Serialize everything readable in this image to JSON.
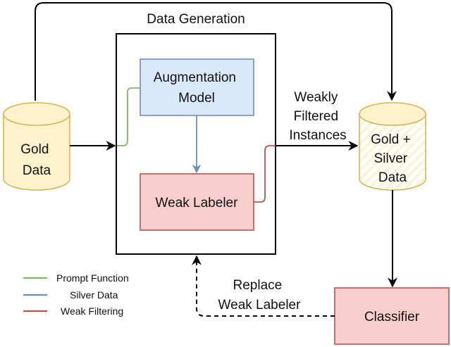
{
  "title": "Data Generation",
  "nodes": {
    "gold_data": {
      "lines": [
        "Gold",
        "Data"
      ]
    },
    "augmentation_model": {
      "lines": [
        "Augmentation",
        "Model"
      ]
    },
    "weak_labeler": {
      "label": "Weak Labeler"
    },
    "gold_silver_data": {
      "lines": [
        "Gold +",
        "Silver",
        "Data"
      ]
    },
    "classifier": {
      "label": "Classifier"
    }
  },
  "edge_labels": {
    "weakly_filtered": [
      "Weakly",
      "Filtered",
      "Instances"
    ],
    "replace_weak_labeler": [
      "Replace",
      "Weak Labeler"
    ]
  },
  "legend": [
    {
      "label": "Prompt Function",
      "color": "#82b366"
    },
    {
      "label": "Silver Data",
      "color": "#6c8ebf"
    },
    {
      "label": "Weak Filtering",
      "color": "#b85450"
    }
  ],
  "colors": {
    "gold_fill": "#fff2cc",
    "gold_stroke": "#d6b656",
    "blue_fill": "#dae8fc",
    "blue_stroke": "#6c8ebf",
    "red_fill": "#f8cecc",
    "red_stroke": "#b85450",
    "green_stroke": "#82b366"
  }
}
